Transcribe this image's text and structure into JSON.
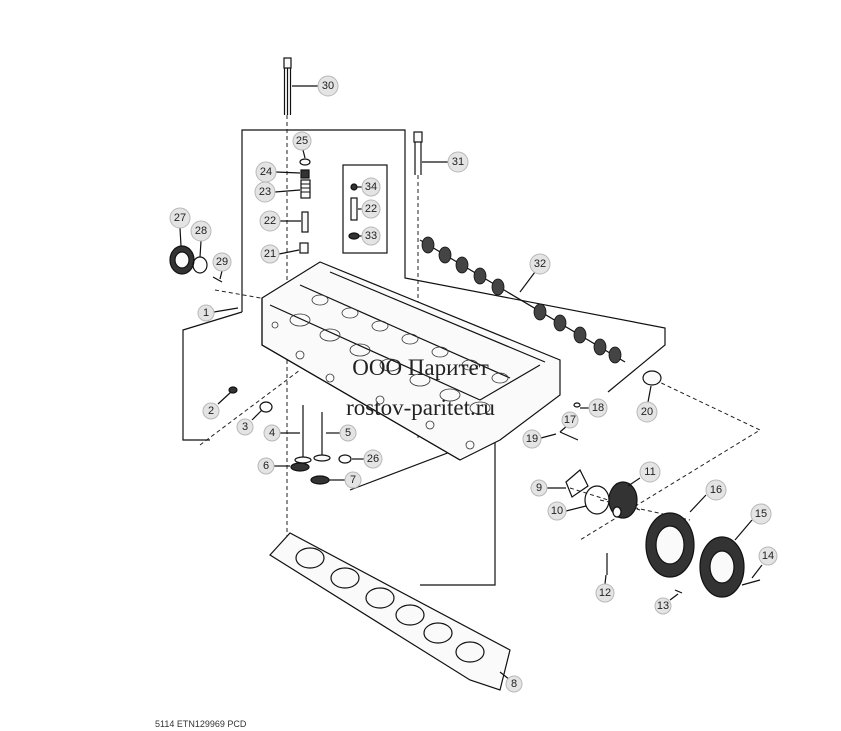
{
  "watermark": {
    "company": "ООО Паритет",
    "site": "rostov-paritet.ru"
  },
  "footer": {
    "code": "5114  ETN129969  PCD"
  },
  "callouts": [
    "1",
    "2",
    "3",
    "4",
    "5",
    "6",
    "7",
    "8",
    "9",
    "10",
    "11",
    "12",
    "13",
    "14",
    "15",
    "16",
    "17",
    "18",
    "19",
    "20",
    "21",
    "22",
    "22",
    "23",
    "24",
    "25",
    "26",
    "27",
    "28",
    "29",
    "30",
    "31",
    "32",
    "33",
    "34"
  ]
}
